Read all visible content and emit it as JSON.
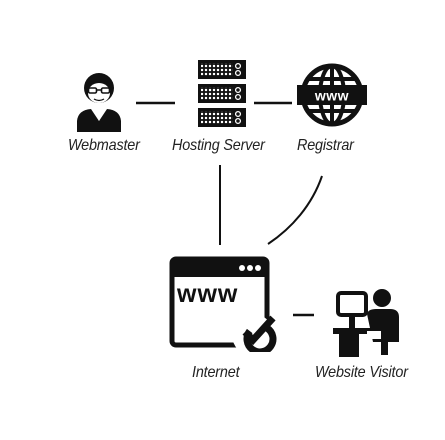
{
  "diagram": {
    "nodes": {
      "webmaster": {
        "label": "Webmaster",
        "icon": "person-with-glasses-icon"
      },
      "hosting_server": {
        "label": "Hosting Server",
        "icon": "server-rack-icon"
      },
      "registrar": {
        "label": "Registrar",
        "icon": "www-globe-icon"
      },
      "internet": {
        "label": "Internet",
        "icon": "browser-window-check-icon",
        "window_text": "www"
      },
      "website_visitor": {
        "label": "Website Visitor",
        "icon": "computer-user-icon"
      }
    },
    "colors": {
      "icon": "#111111",
      "text": "#222222",
      "background": "#ffffff"
    }
  }
}
